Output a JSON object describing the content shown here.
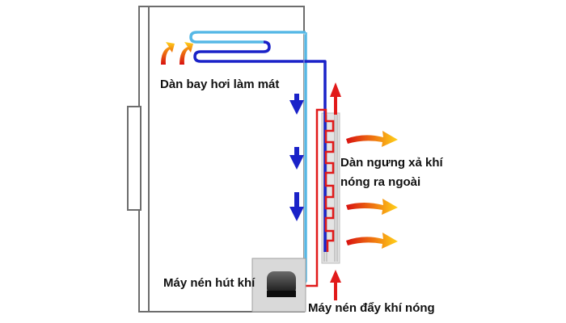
{
  "labels": {
    "evaporator": "Dàn bay hơi làm mát",
    "condenser_line1": "Dàn ngưng xả khí",
    "condenser_line2": "nóng ra ngoài",
    "compressor_suction": "Máy nén hút khí",
    "compressor_discharge": "Máy nén đẩy khí nóng"
  },
  "colors": {
    "cold_refrigerant": "#1a22c8",
    "cool_refrigerant": "#56b8e6",
    "hot_refrigerant": "#e11a1a",
    "heat_flow": "#f06a10",
    "cabinet_outline": "#6d6d6d",
    "compressor_housing": "#d9d9d9",
    "condenser_panel": "#c8c8c8"
  }
}
